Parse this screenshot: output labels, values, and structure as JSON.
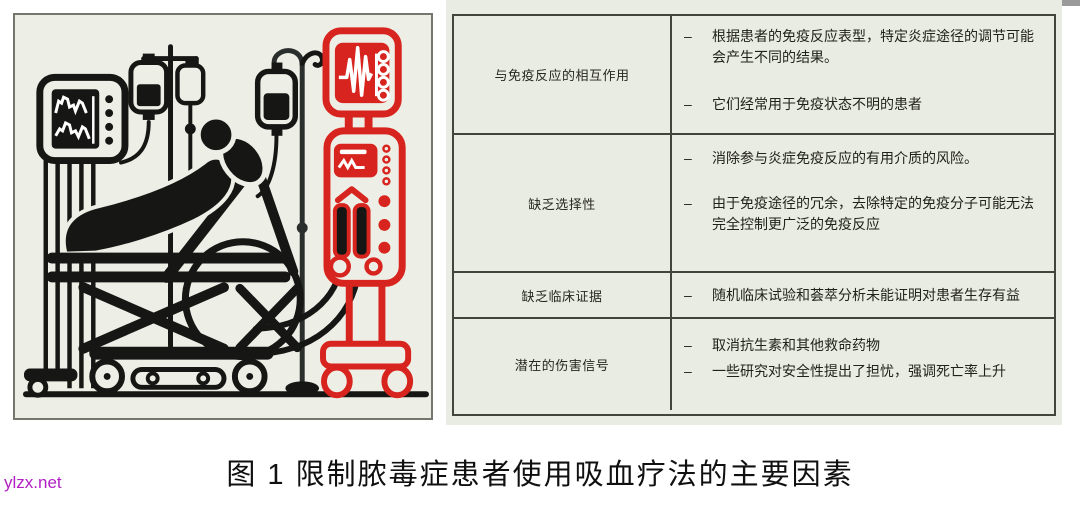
{
  "figure": {
    "caption": "图 1 限制脓毒症患者使用吸血疗法的主要因素",
    "watermark": "ylzx.net"
  },
  "illustration": {
    "elements": [
      "vital-signs-monitor",
      "iv-bags",
      "patient-on-hospital-bed",
      "iv-pole",
      "blood-purification-machine",
      "blood-tubing"
    ]
  },
  "table": {
    "bullet": "–",
    "rows": [
      {
        "label": "与免疫反应的相互作用",
        "points": [
          "根据患者的免疫反应表型，特定炎症途径的调节可能会产生不同的结果。",
          "它们经常用于免疫状态不明的患者"
        ]
      },
      {
        "label": "缺乏选择性",
        "points": [
          "消除参与炎症免疫反应的有用介质的风险。",
          "由于免疫途径的冗余，去除特定的免疫分子可能无法完全控制更广泛的免疫反应"
        ]
      },
      {
        "label": "缺乏临床证据",
        "points": [
          "随机临床试验和荟萃分析未能证明对患者生存有益"
        ]
      },
      {
        "label": "潜在的伤害信号",
        "points": [
          "取消抗生素和其他救命药物",
          "一些研究对安全性提出了担忧，强调死亡率上升"
        ]
      }
    ]
  },
  "colors": {
    "accent_red": "#d8241e",
    "ink_black": "#161614",
    "panel_bg": "#edefe6",
    "table_bg": "#e9ece2",
    "watermark": "#b21fc4"
  }
}
